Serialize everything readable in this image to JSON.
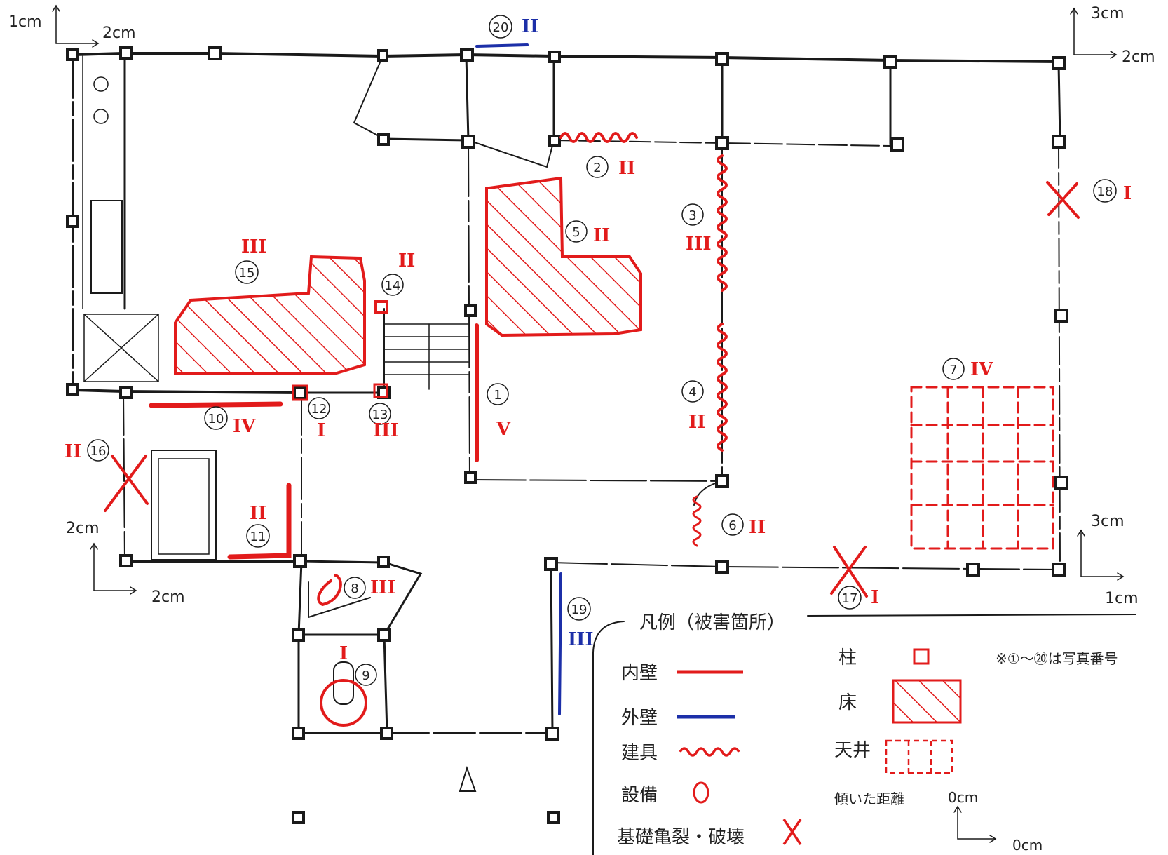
{
  "meas": {
    "tl_v": "1cm",
    "tl_h": "2cm",
    "tr_v": "3cm",
    "tr_h": "2cm",
    "ml_v": "2cm",
    "ml_h": "2cm",
    "br_v": "3cm",
    "br_h": "1cm"
  },
  "marks": {
    "p1": "1",
    "g1": "V",
    "p2": "2",
    "g2": "II",
    "p3": "3",
    "g3": "III",
    "p4": "4",
    "g4": "II",
    "p5": "5",
    "g5": "II",
    "p6": "6",
    "g6": "II",
    "p7": "7",
    "g7": "IV",
    "p8": "8",
    "g8": "III",
    "p9": "9",
    "g9": "I",
    "p10": "10",
    "g10": "IV",
    "p11": "11",
    "g11": "II",
    "p12": "12",
    "g12": "I",
    "p13": "13",
    "g13": "III",
    "p14": "14",
    "g14": "II",
    "p15": "15",
    "g15": "III",
    "p16": "16",
    "g16": "II",
    "p17": "17",
    "g17": "I",
    "p18": "18",
    "g18": "I",
    "p19": "19",
    "g19": "III",
    "p20": "20",
    "g20": "II"
  },
  "legend": {
    "title": "凡例（被害箇所）",
    "interior_wall": "内壁",
    "exterior_wall": "外壁",
    "fittings": "建具",
    "equipment": "設備",
    "foundation": "基礎亀裂・破壊",
    "column": "柱",
    "floor": "床",
    "ceiling": "天井",
    "tilt": "傾いた距離",
    "note": "※①～⑳は写真番号",
    "tilt_v": "0cm",
    "tilt_h": "0cm"
  },
  "colors": {
    "red": "#e21b1b",
    "blue": "#1c2fa8",
    "ink": "#1a1a1a"
  }
}
